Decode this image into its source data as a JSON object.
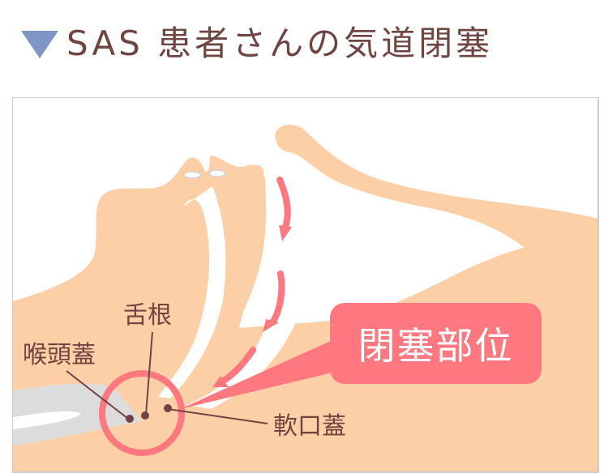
{
  "title": {
    "marker_icon": "down-triangle-icon",
    "text": "SAS 患者さんの気道閉塞"
  },
  "labels": {
    "tongue_base": "舌根",
    "epiglottis": "喉頭蓋",
    "soft_palate": "軟口蓋",
    "obstruction_site": "閉塞部位"
  },
  "colors": {
    "title_text": "#704541",
    "marker": "#7f96c4",
    "skin": "#fdcfa6",
    "accent": "#ff7880",
    "pillow": "#dcdcdc",
    "frame_border": "#cccccc"
  }
}
